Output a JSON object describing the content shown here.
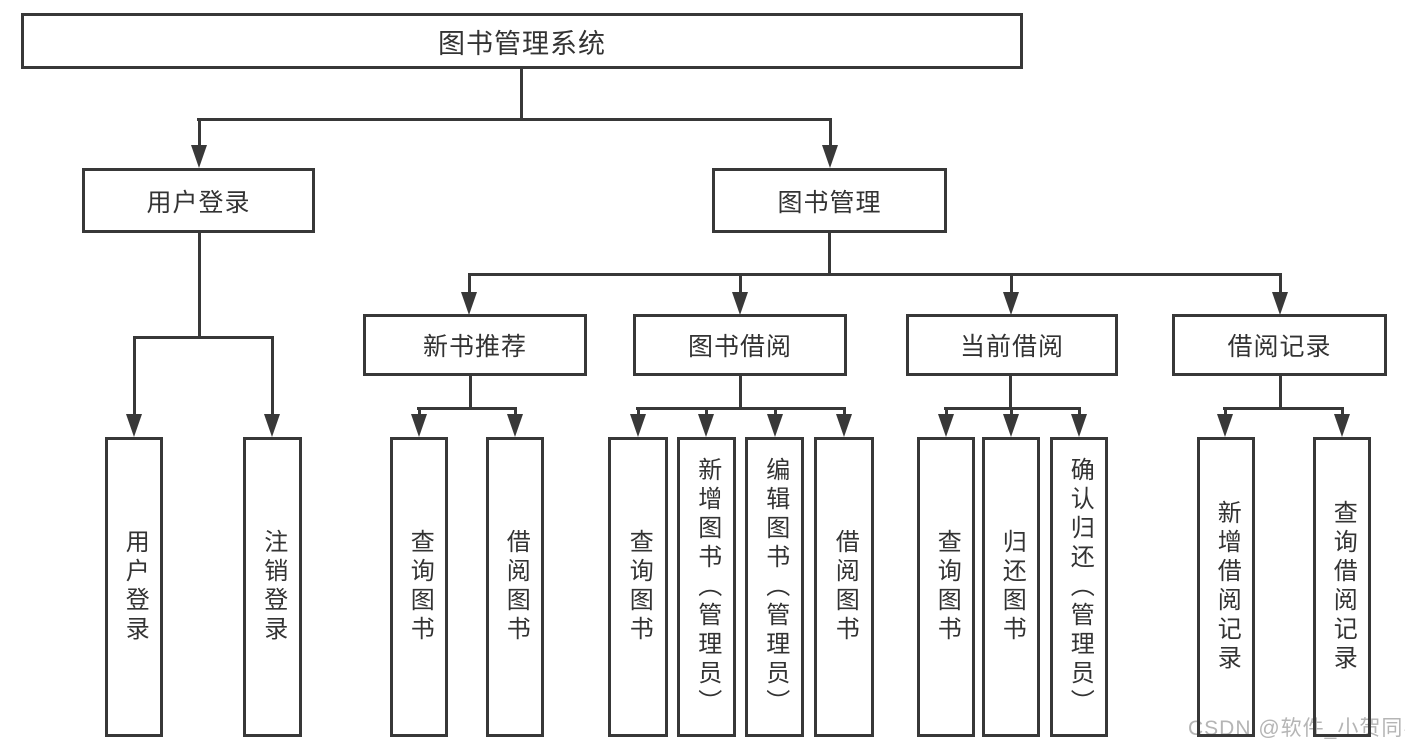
{
  "diagram": {
    "root": "图书管理系统",
    "level1": {
      "login": "用户登录",
      "management": "图书管理"
    },
    "level2": {
      "recommend": "新书推荐",
      "borrow": "图书借阅",
      "current": "当前借阅",
      "records": "借阅记录"
    },
    "leaves": {
      "login": [
        "用户登录",
        "注销登录"
      ],
      "recommend": [
        "查询图书",
        "借阅图书"
      ],
      "borrow": [
        "查询图书",
        "新增图书（管理员）",
        "编辑图书（管理员）",
        "借阅图书"
      ],
      "current": [
        "查询图书",
        "归还图书",
        "确认归还（管理员）"
      ],
      "records": [
        "新增借阅记录",
        "查询借阅记录"
      ]
    }
  },
  "watermark": "CSDN @软件_小贺同学",
  "colors": {
    "line": "#383838",
    "text": "#333333",
    "watermark": "#b5b5b5",
    "background": "#ffffff"
  }
}
